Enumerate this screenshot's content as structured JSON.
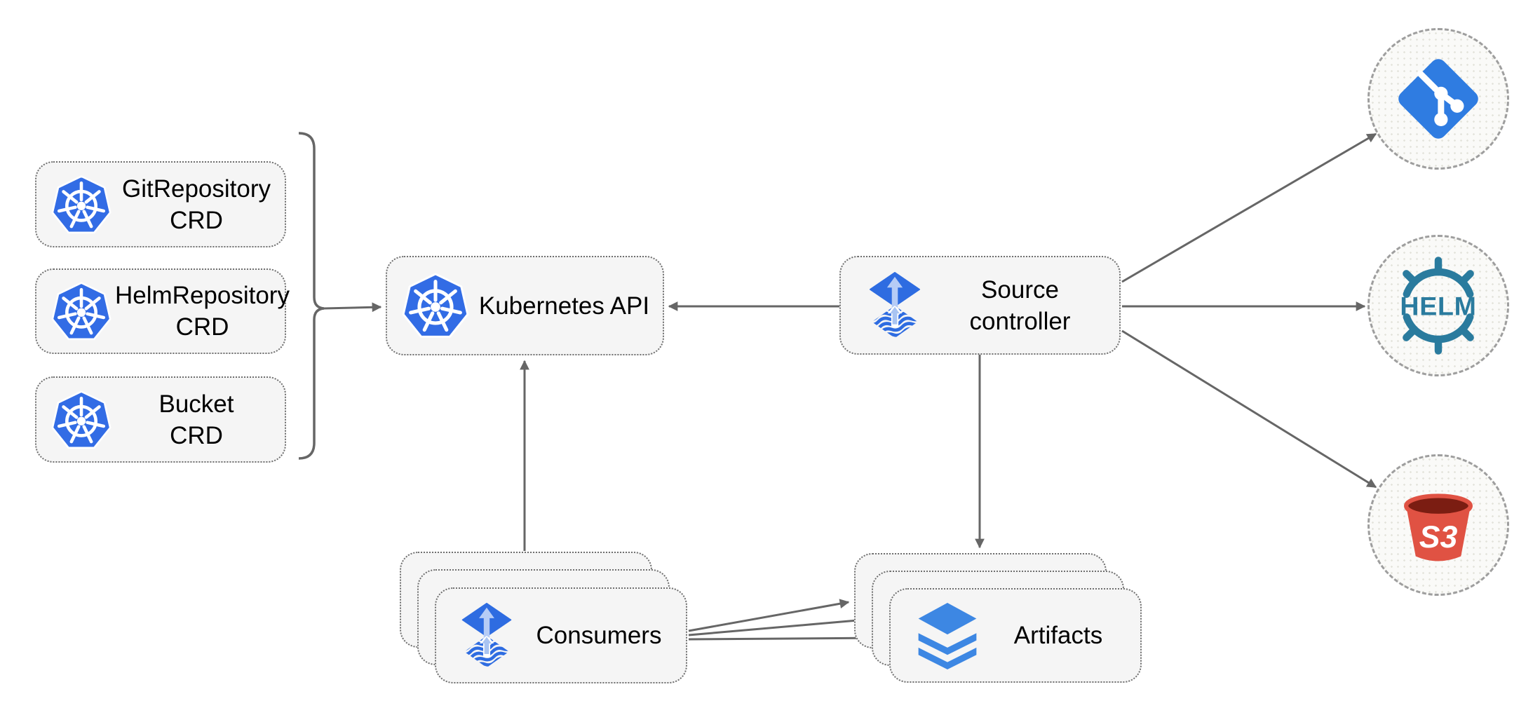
{
  "diagram": {
    "background": "#ffffff"
  },
  "nodes": {
    "git_repository_crd": {
      "line1": "GitRepository",
      "line2": "CRD",
      "icon": "kubernetes"
    },
    "helm_repository_crd": {
      "line1": "HelmRepository",
      "line2": "CRD",
      "icon": "kubernetes"
    },
    "bucket_crd": {
      "line1": "Bucket",
      "line2": "CRD",
      "icon": "kubernetes"
    },
    "kubernetes_api": {
      "label": "Kubernetes API",
      "icon": "kubernetes"
    },
    "source_controller": {
      "line1": "Source",
      "line2": "controller",
      "icon": "flux-source"
    },
    "consumers": {
      "label": "Consumers",
      "icon": "flux-source",
      "stacked": true
    },
    "artifacts": {
      "label": "Artifacts",
      "icon": "layers",
      "stacked": true
    },
    "git_remote": {
      "icon": "git"
    },
    "helm_remote": {
      "icon": "helm",
      "label": "HELM"
    },
    "s3_remote": {
      "icon": "s3-bucket",
      "label": "S3"
    }
  },
  "edges": [
    {
      "from": "crd-group",
      "to": "kubernetes_api"
    },
    {
      "from": "source_controller",
      "to": "kubernetes_api"
    },
    {
      "from": "consumers",
      "to": "kubernetes_api"
    },
    {
      "from": "source_controller",
      "to": "artifacts"
    },
    {
      "from": "source_controller",
      "to": "git_remote"
    },
    {
      "from": "source_controller",
      "to": "helm_remote"
    },
    {
      "from": "source_controller",
      "to": "s3_remote"
    },
    {
      "from": "consumers",
      "to": "artifacts",
      "count": 3
    }
  ],
  "colors": {
    "kubernetes_blue": "#326ce5",
    "flux_blue": "#2e6ce1",
    "flux_arrow_light": "#b6ccf6",
    "git_blue": "#2f7ce1",
    "helm_teal": "#2a7b9e",
    "s3_red": "#e05243",
    "s3_dark": "#7b1d12",
    "layers_blue": "#3d87e3",
    "connector_gray": "#666666",
    "node_fill": "#f5f5f5",
    "node_border": "#6f6f6f",
    "remote_fill": "#fafaf8",
    "remote_border": "#9e9e9e",
    "text": "#000000"
  }
}
